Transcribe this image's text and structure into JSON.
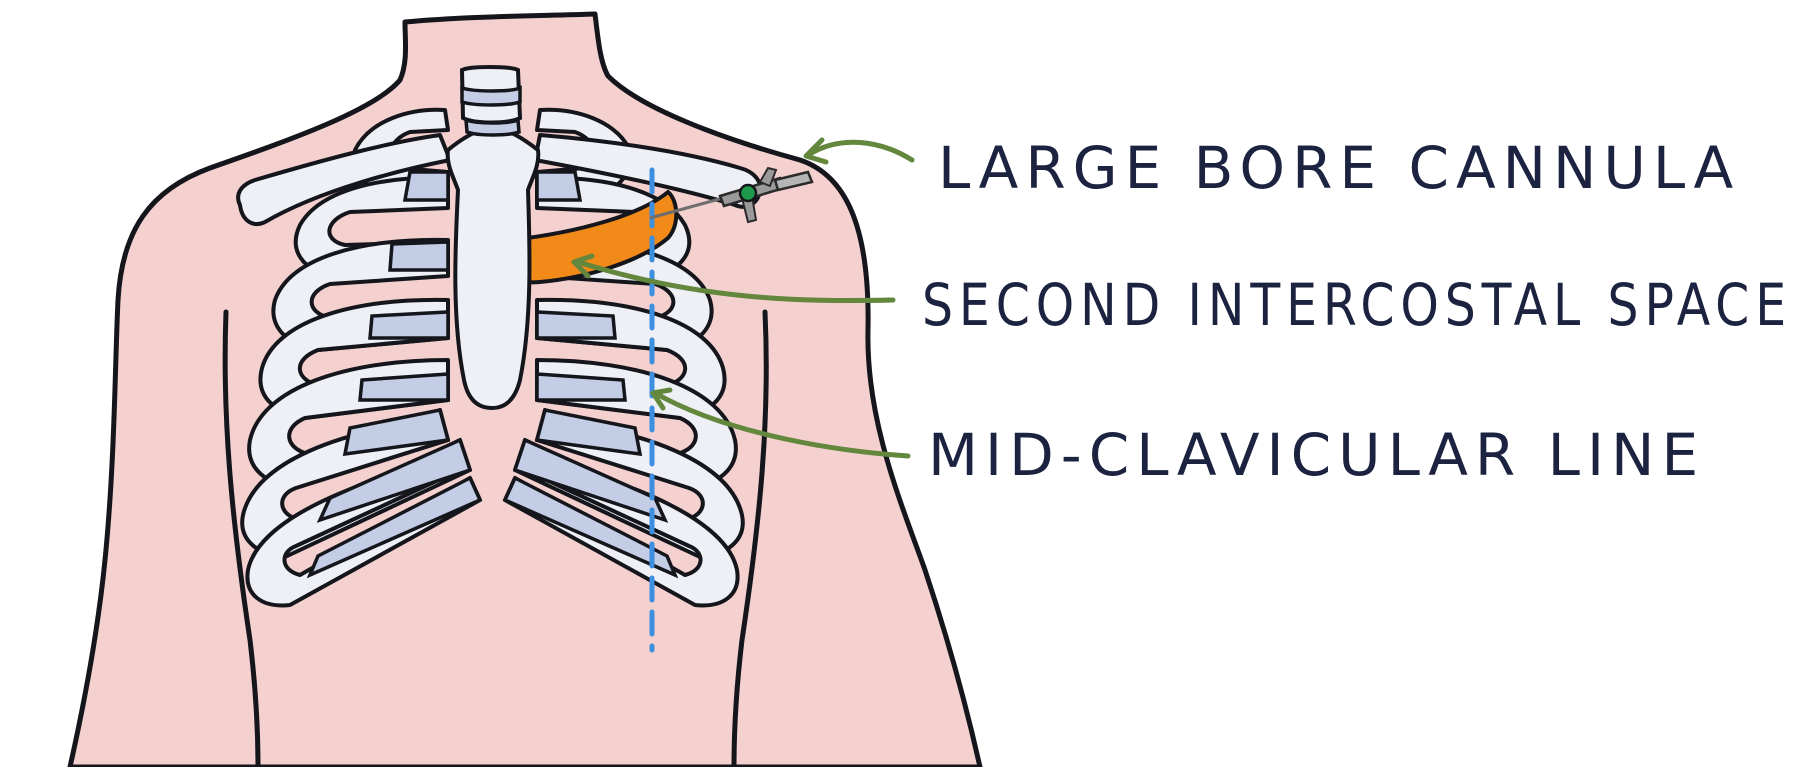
{
  "labels": {
    "cannula": "LARGE BORE CANNULA",
    "intercostal": "SECOND INTERCOSTAL SPACE",
    "midclavicular": "MID-CLAVICULAR LINE"
  },
  "colors": {
    "skin": "#f4d0cf",
    "bone": "#eef0f5",
    "cartilage": "#c4cde6",
    "outline": "#15161c",
    "space_highlight": "#f28a19",
    "arrow": "#62873d",
    "midline": "#3d8fe0",
    "label": "#1c2340"
  },
  "icons": {
    "cannula": "cannula-icon"
  }
}
